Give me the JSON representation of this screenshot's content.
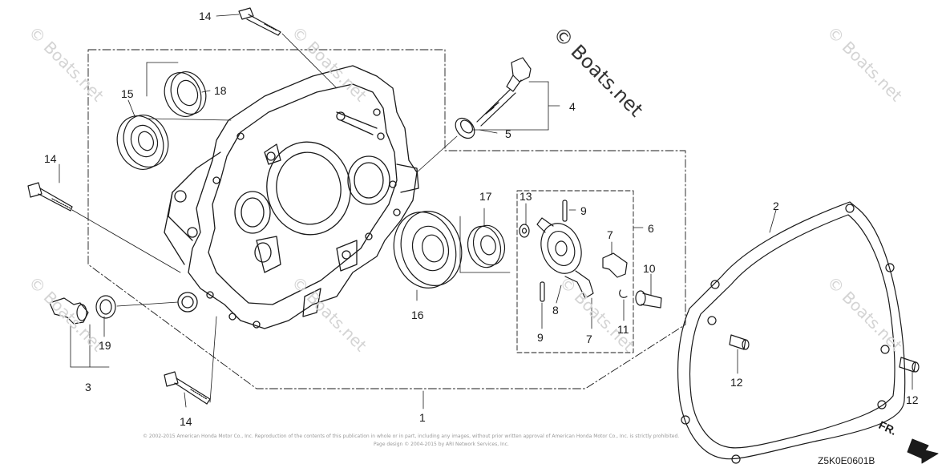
{
  "watermarks": {
    "primary": "© Boats.net",
    "faint": "© Boats.net"
  },
  "callouts": [
    "1",
    "2",
    "3",
    "4",
    "5",
    "6",
    "7",
    "7",
    "8",
    "9",
    "9",
    "10",
    "11",
    "12",
    "12",
    "13",
    "14",
    "14",
    "14",
    "15",
    "16",
    "17",
    "18",
    "19"
  ],
  "footer": {
    "line1": "© 2002-2015 American Honda Motor Co., Inc. Reproduction of the contents of this publication in whole or in part, including any images, without prior written approval of American Honda Motor Co., Inc. is strictly prohibited.",
    "line2": "Page design © 2004-2015 by ARI Network Services, Inc."
  },
  "diagram_code": "Z5K0E0601B",
  "direction_label": "FR."
}
